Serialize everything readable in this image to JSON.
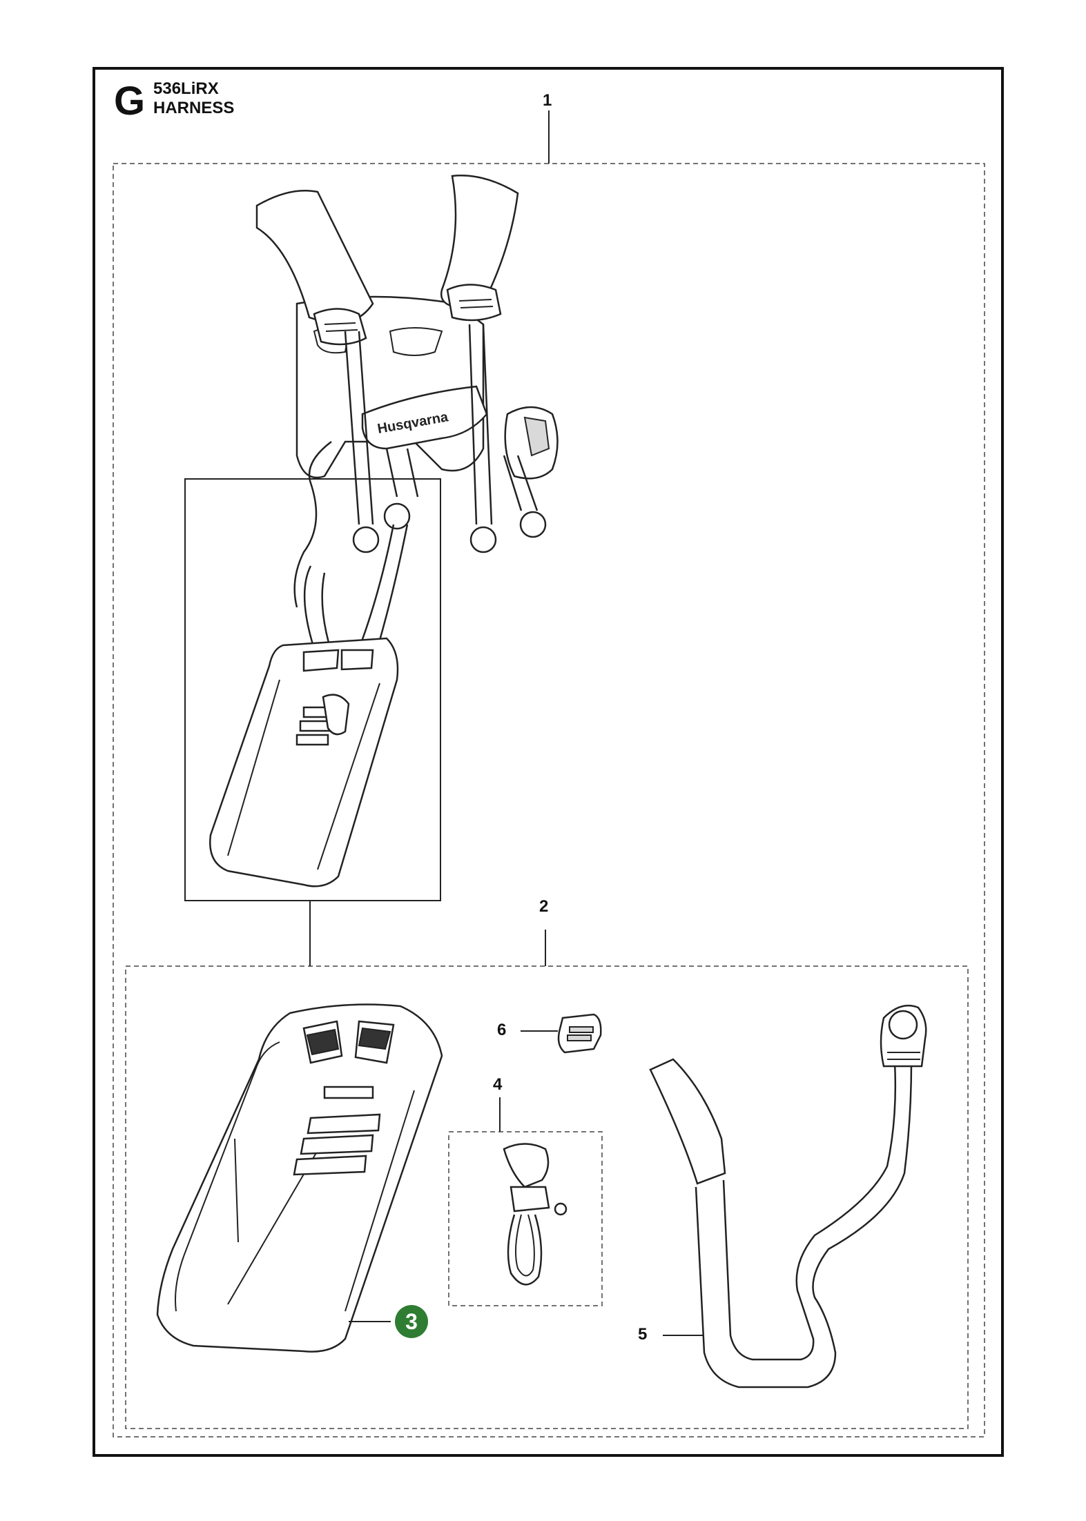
{
  "header": {
    "section_letter": "G",
    "model": "536LiRX",
    "title": "HARNESS"
  },
  "callouts": [
    {
      "id": "1",
      "label": "1"
    },
    {
      "id": "2",
      "label": "2"
    },
    {
      "id": "3",
      "label": "3"
    },
    {
      "id": "4",
      "label": "4"
    },
    {
      "id": "5",
      "label": "5"
    },
    {
      "id": "6",
      "label": "6"
    }
  ],
  "brand": {
    "logo_text": "Husqvarna"
  },
  "colors": {
    "badge_green": "#2f7d32",
    "frame": "#111111"
  }
}
